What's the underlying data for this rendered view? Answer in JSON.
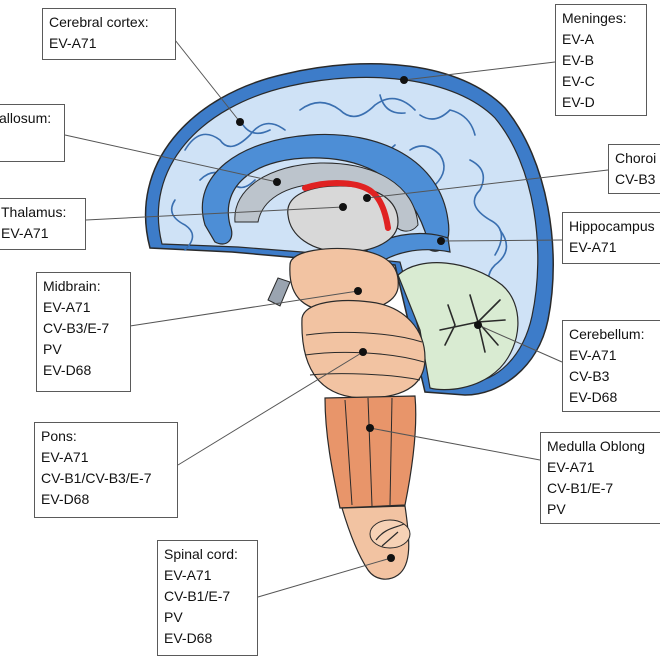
{
  "colors": {
    "meninges": "#3d7cc9",
    "cortex": "#cfe2f6",
    "ventricle": "#4d8ed6",
    "callosum": "#bcc4cc",
    "thalamus": "#d8d8d8",
    "choroid": "#e02222",
    "brainstem": "#f2c3a2",
    "medulla": "#e8956a",
    "cerebellum": "#d9ebd2",
    "outline": "#2a2a2a"
  },
  "labels": [
    {
      "id": "cerebral-cortex",
      "lines": [
        "Cerebral cortex:",
        "EV-A71"
      ]
    },
    {
      "id": "meninges",
      "lines": [
        "Meninges:",
        "EV-A",
        "EV-B",
        "EV-C",
        "EV-D"
      ]
    },
    {
      "id": "corpus-callosum",
      "lines": [
        "allosum:"
      ]
    },
    {
      "id": "choroid-plexus",
      "lines": [
        "Choroi",
        "CV-B3"
      ]
    },
    {
      "id": "thalamus",
      "lines": [
        "Thalamus:",
        "EV-A71"
      ]
    },
    {
      "id": "hippocampus",
      "lines": [
        "Hippocampus",
        "EV-A71"
      ]
    },
    {
      "id": "midbrain",
      "lines": [
        "Midbrain:",
        "EV-A71",
        "CV-B3/E-7",
        "PV",
        "EV-D68"
      ]
    },
    {
      "id": "cerebellum",
      "lines": [
        "Cerebellum:",
        "EV-A71",
        "CV-B3",
        "EV-D68"
      ]
    },
    {
      "id": "pons",
      "lines": [
        "Pons:",
        "EV-A71",
        "CV-B1/CV-B3/E-7",
        "EV-D68"
      ]
    },
    {
      "id": "medulla-oblongata",
      "lines": [
        "Medulla Oblong",
        "EV-A71",
        "CV-B1/E-7",
        "PV"
      ]
    },
    {
      "id": "spinal-cord",
      "lines": [
        "Spinal cord:",
        "EV-A71",
        "CV-B1/E-7",
        "PV",
        "EV-D68"
      ]
    }
  ]
}
